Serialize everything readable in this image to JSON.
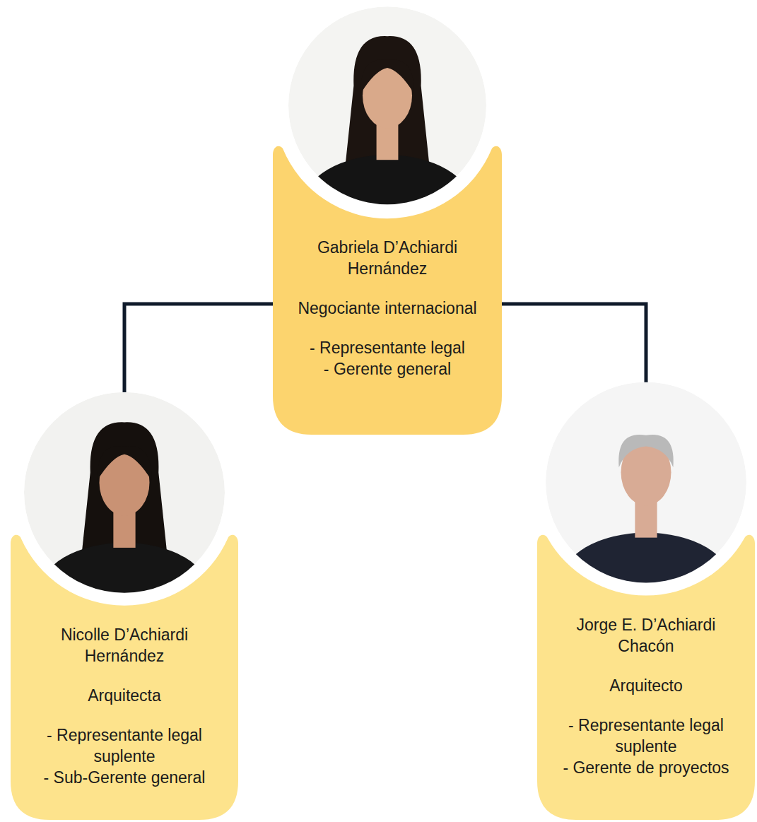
{
  "diagram": {
    "nodes": [
      {
        "text": [
          "Gabriela D’Achiardi Hernández",
          "Negociante internacional",
          "- Representante legal",
          "- Gerente general"
        ]
      },
      {
        "text": [
          "Nicolle D’Achiardi Hernández",
          "Arquitecta",
          "- Representante legal suplente",
          "- Sub-Gerente general"
        ]
      },
      {
        "text": [
          "Jorge E. D’Achiardi Chacón",
          "Arquitecto",
          "- Representante legal suplente",
          "- Gerente de proyectos"
        ]
      }
    ],
    "edges": [
      {
        "from": 0,
        "to": 1,
        "arrow": "none"
      },
      {
        "from": 0,
        "to": 2,
        "arrow": "none"
      }
    ]
  }
}
